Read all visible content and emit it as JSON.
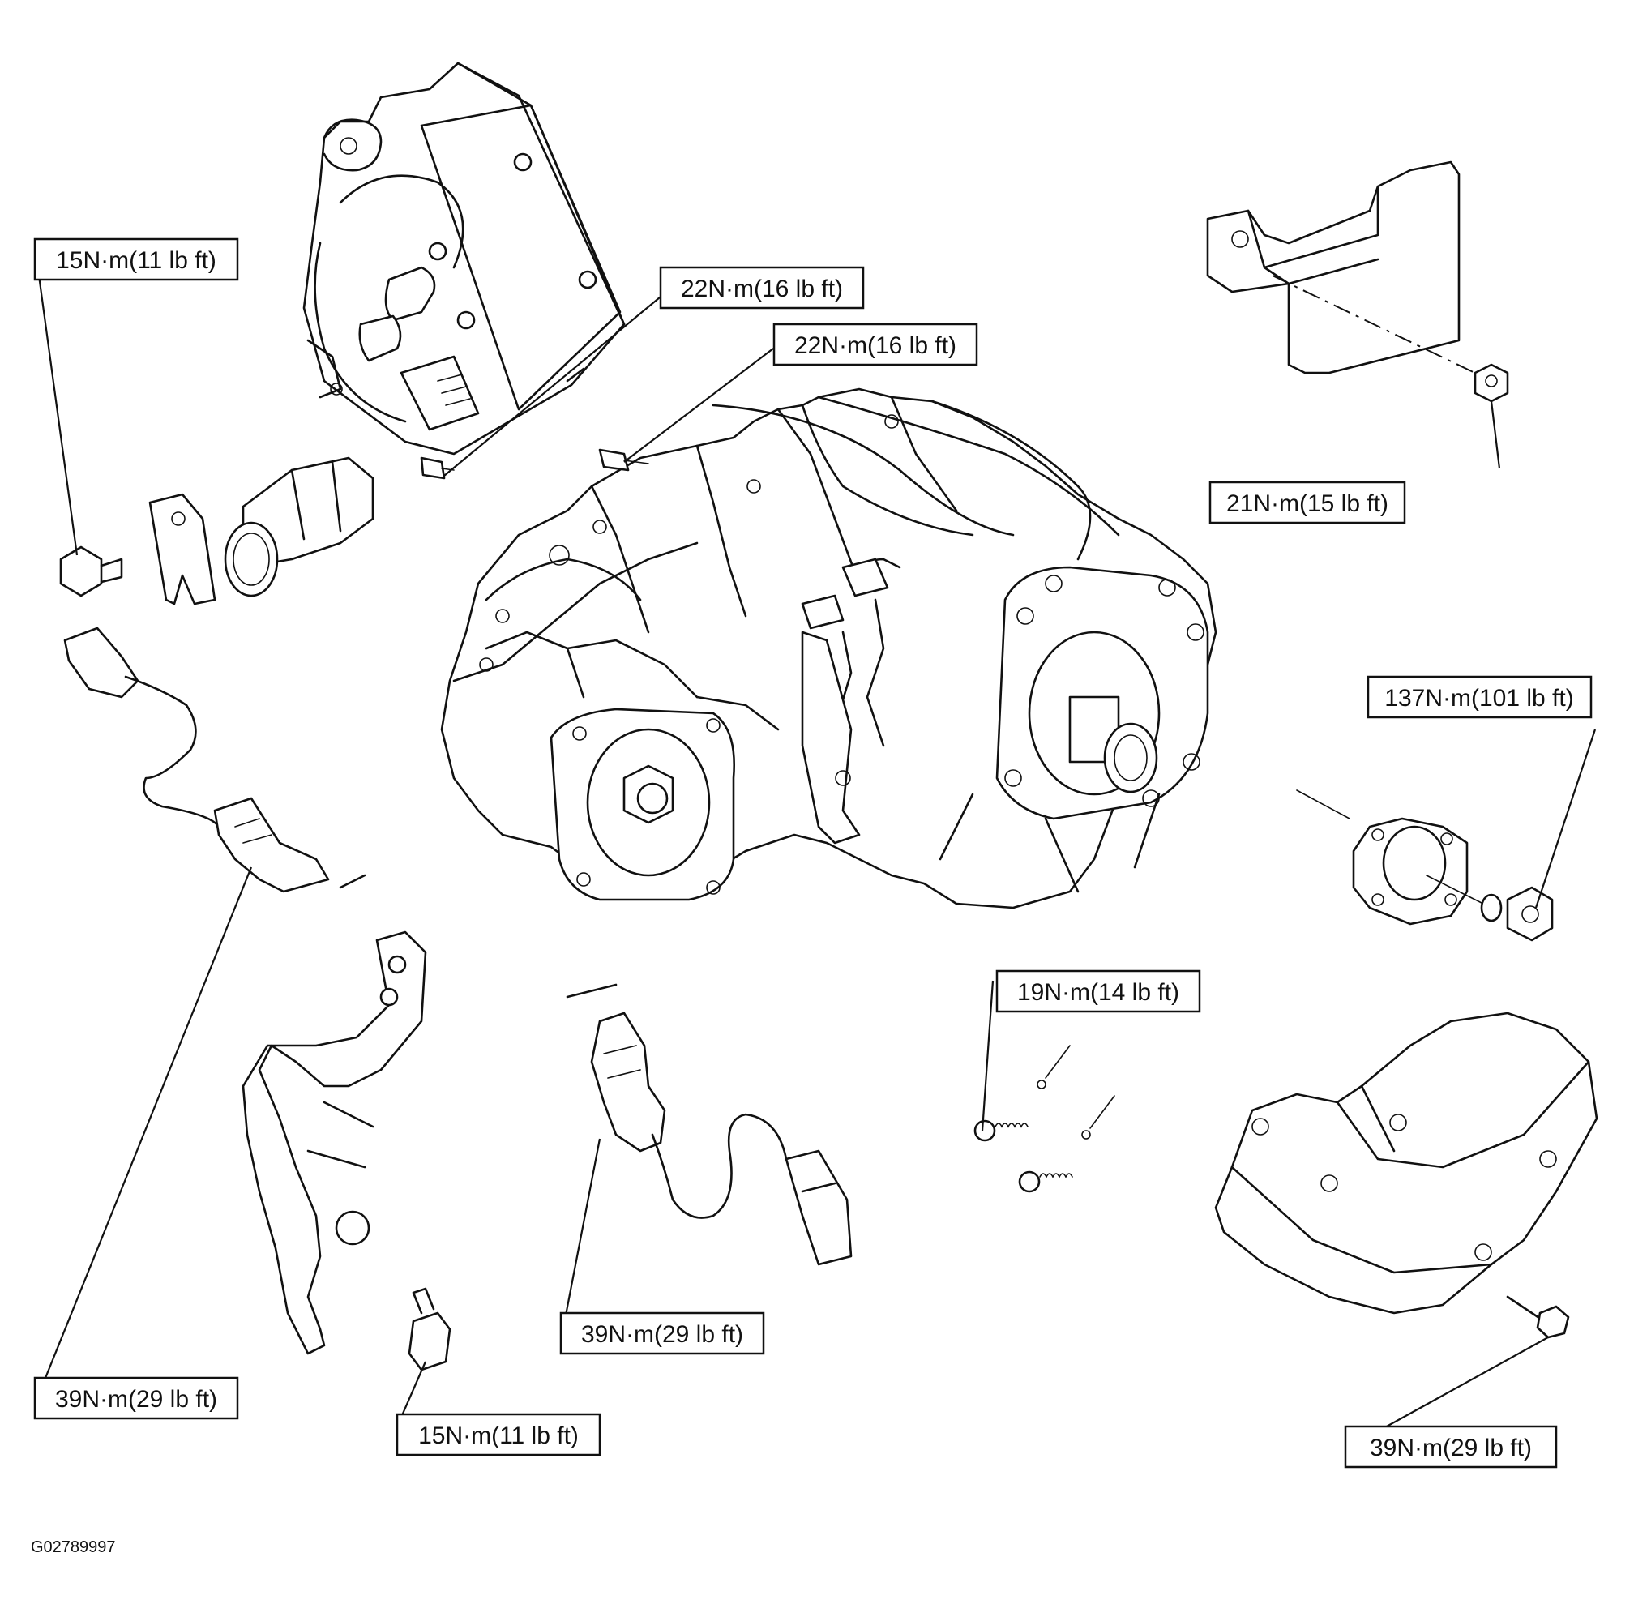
{
  "figure_id": "G02789997",
  "torque_labels": [
    {
      "id": "shift-motor-bolt",
      "text": "15N·m(11 lb ft)"
    },
    {
      "id": "motor-mount-bolt",
      "text": "22N·m(16 lb ft)"
    },
    {
      "id": "case-bolt",
      "text": "22N·m(16 lb ft)"
    },
    {
      "id": "skid-bracket-nut",
      "text": "21N·m(15 lb ft)"
    },
    {
      "id": "output-flange-nut",
      "text": "137N·m(101 lb ft)"
    },
    {
      "id": "detent-plug",
      "text": "19N·m(14 lb ft)"
    },
    {
      "id": "switch-left",
      "text": "39N·m(29 lb ft)"
    },
    {
      "id": "bracket-bolt",
      "text": "15N·m(11 lb ft)"
    },
    {
      "id": "switch-center",
      "text": "39N·m(29 lb ft)"
    },
    {
      "id": "skid-plate-bolt",
      "text": "39N·m(29 lb ft)"
    }
  ]
}
